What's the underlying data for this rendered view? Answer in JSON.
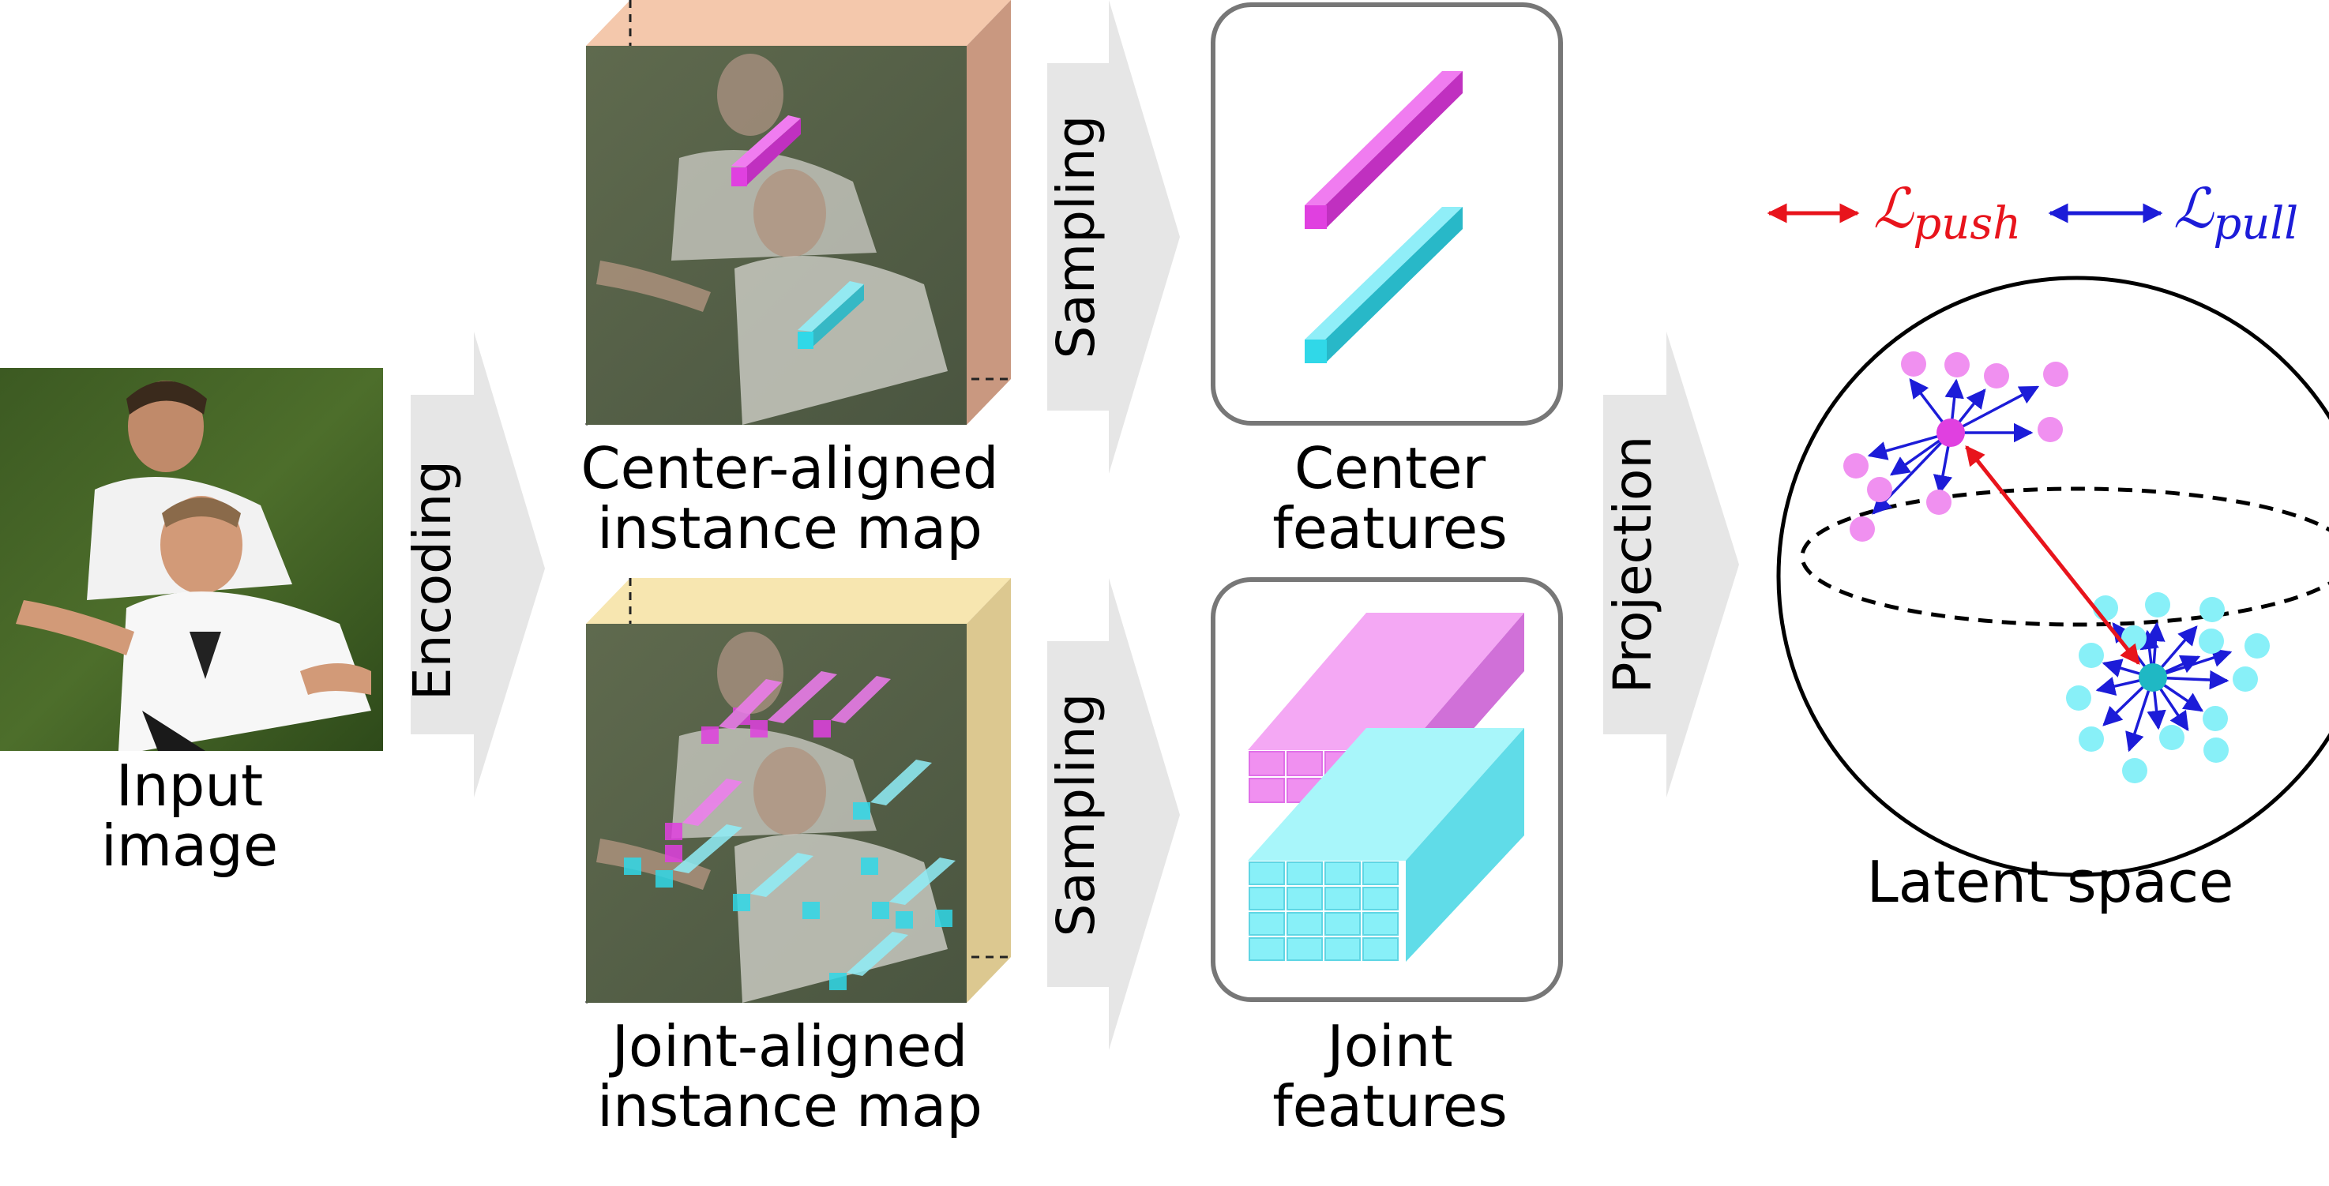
{
  "labels": {
    "input_line1": "Input",
    "input_line2": "image",
    "encoding": "Encoding",
    "center_map_line1": "Center-aligned",
    "center_map_line2": "instance map",
    "joint_map_line1": "Joint-aligned",
    "joint_map_line2": "instance map",
    "sampling_top": "Sampling",
    "sampling_bottom": "Sampling",
    "center_feat_line1": "Center",
    "center_feat_line2": "features",
    "joint_feat_line1": "Joint",
    "joint_feat_line2": "features",
    "projection": "Projection",
    "latent_space": "Latent space"
  },
  "legend": {
    "push_symbol": "ℒ",
    "push_sub": "push",
    "pull_symbol": "ℒ",
    "pull_sub": "pull"
  },
  "colors": {
    "magenta": "#e040e0",
    "light_magenta": "#f090f0",
    "cyan": "#30d8e8",
    "light_cyan": "#88f0f8",
    "push_arrow": "#e8141c",
    "pull_arrow": "#1c1cd8",
    "center_map_side": "#f4c0a0",
    "joint_map_side": "#f6e2a8",
    "step_arrow": "#e6e6e6"
  }
}
